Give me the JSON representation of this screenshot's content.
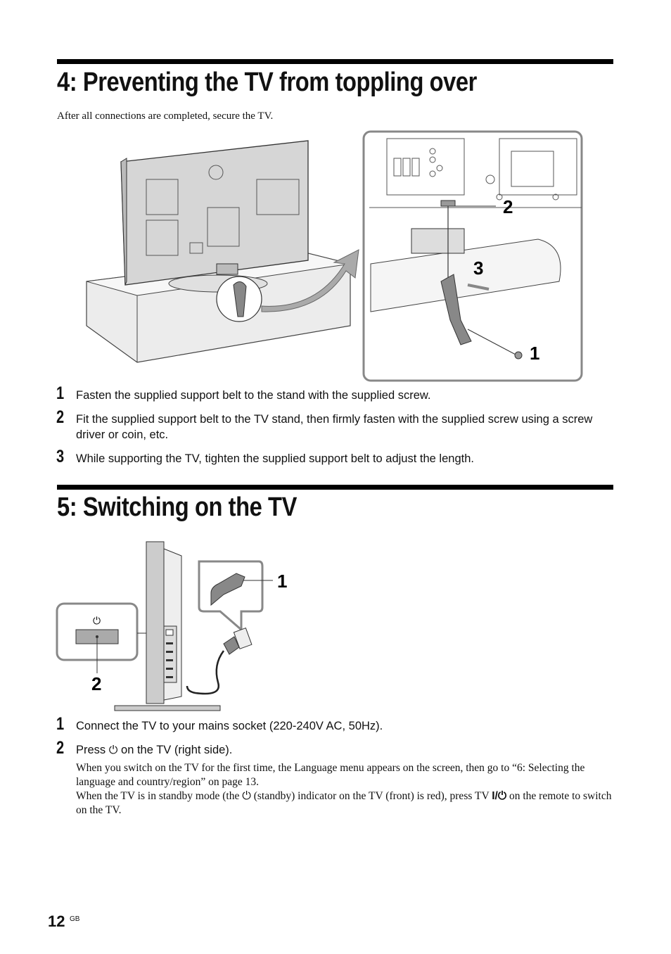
{
  "section4": {
    "title": "4: Preventing the TV from toppling over",
    "intro": "After all connections are completed, secure the TV.",
    "callouts": [
      "2",
      "3",
      "1"
    ],
    "steps": [
      {
        "num": "1",
        "text": "Fasten the supplied support belt to the stand with the supplied screw."
      },
      {
        "num": "2",
        "text": "Fit the supplied support belt to the TV stand, then firmly fasten with the supplied screw using a screw driver or coin, etc."
      },
      {
        "num": "3",
        "text": "While supporting the TV, tighten the supplied support belt to adjust the length."
      }
    ]
  },
  "section5": {
    "title": "5: Switching on the TV",
    "callouts": [
      "1",
      "2"
    ],
    "steps": [
      {
        "num": "1",
        "text": "Connect the TV to your mains socket (220-240V AC, 50Hz)."
      },
      {
        "num": "2",
        "text_before": "Press",
        "text_after": "on the TV (right side)."
      }
    ],
    "note1": "When you switch on the TV for the first time, the Language menu appears on the screen, then go to “6: Selecting the language and country/region” on page 13.",
    "note2_a": "When the TV is in standby mode (the",
    "note2_b": "(standby) indicator on the TV (front) is red), press TV",
    "note2_c": "on the remote to switch on the TV."
  },
  "icons": {
    "power": "power-icon",
    "tv_power": "tv-power-icon"
  },
  "footer": {
    "page": "12",
    "lang": "GB"
  }
}
